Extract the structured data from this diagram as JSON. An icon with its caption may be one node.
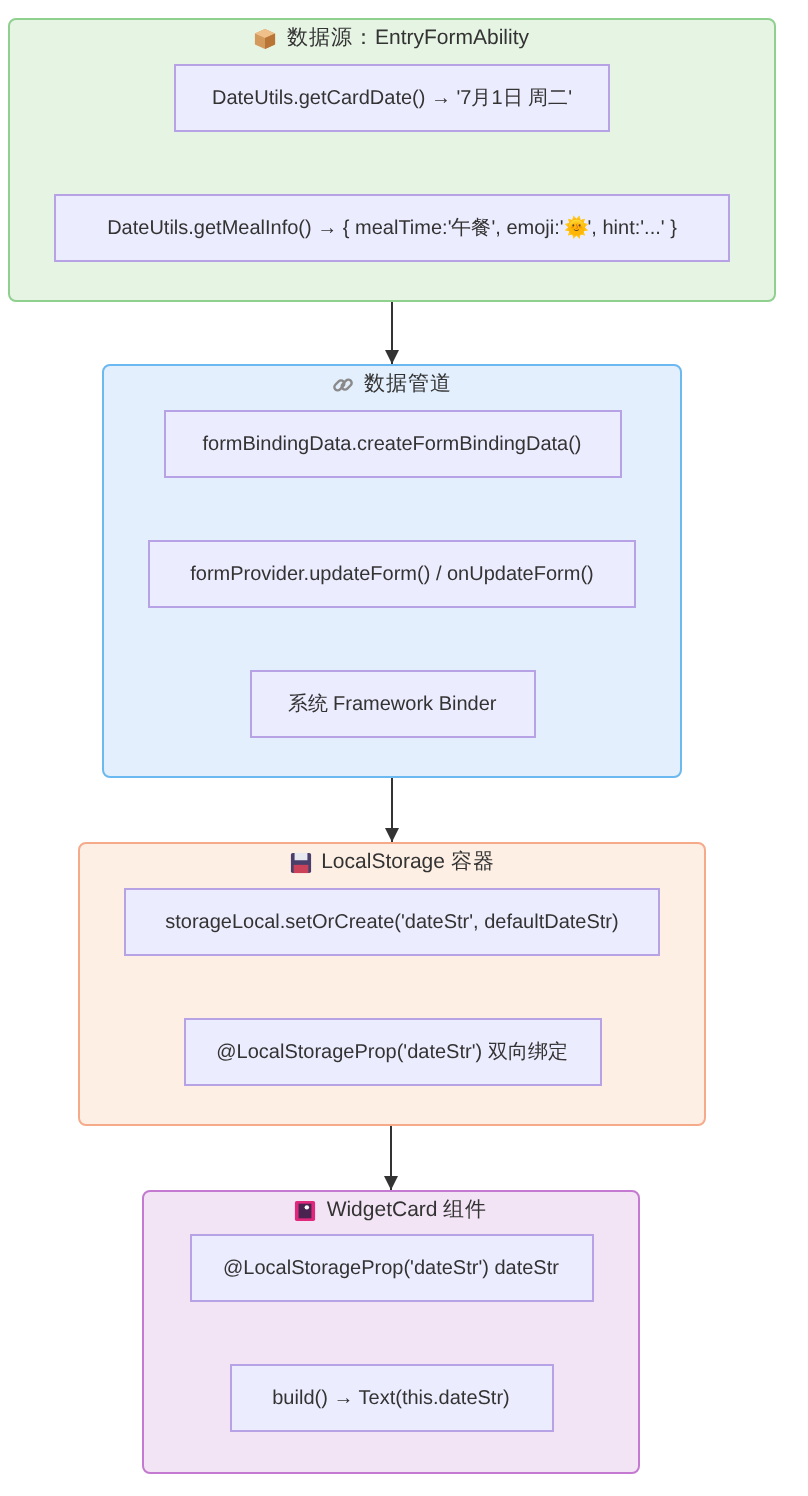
{
  "diagram": {
    "nodes": [
      {
        "text": [
          "数据源：EntryFormAbility"
        ]
      },
      {
        "text": [
          "DateUtils.getCardDate() → '7月1日 周二'"
        ],
        "in": 0
      },
      {
        "text": [
          "DateUtils.getMealInfo() → { mealTime:'午餐', emoji:'🌞', hint:'...' }"
        ],
        "in": 0
      },
      {
        "text": [
          "数据管道"
        ]
      },
      {
        "text": [
          "formBindingData.createFormBindingData()"
        ],
        "in": 3
      },
      {
        "text": [
          "formProvider.updateForm() / onUpdateForm()"
        ],
        "in": 3
      },
      {
        "text": [
          "系统 Framework Binder"
        ],
        "in": 3
      },
      {
        "text": [
          "LocalStorage 容器"
        ]
      },
      {
        "text": [
          "storageLocal.setOrCreate('dateStr', defaultDateStr)"
        ],
        "in": 7
      },
      {
        "text": [
          "@LocalStorageProp('dateStr') 双向绑定"
        ],
        "in": 7
      },
      {
        "text": [
          "WidgetCard 组件"
        ]
      },
      {
        "text": [
          "@LocalStorageProp('dateStr') dateStr"
        ],
        "in": 10
      },
      {
        "text": [
          "build() → Text(this.dateStr)"
        ],
        "in": 10
      }
    ],
    "edges": [
      {
        "from": 0,
        "to": 3,
        "arrow": "to"
      },
      {
        "from": 3,
        "to": 7,
        "arrow": "to"
      },
      {
        "from": 7,
        "to": 10,
        "arrow": "to"
      }
    ]
  }
}
